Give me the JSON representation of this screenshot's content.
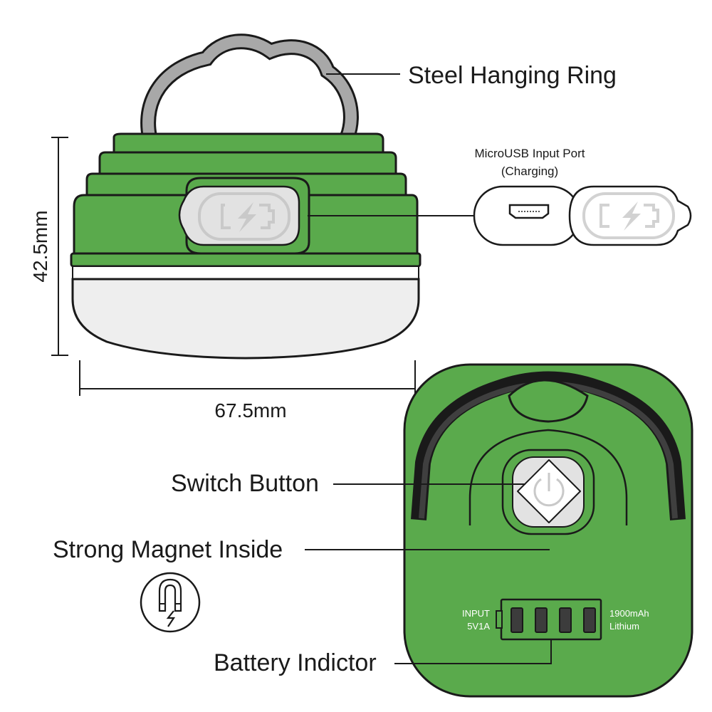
{
  "labels": {
    "hanging_ring": "Steel Hanging Ring",
    "usb_port_line1": "MicroUSB Input Port",
    "usb_port_line2": "(Charging)",
    "switch_button": "Switch Button",
    "magnet": "Strong Magnet Inside",
    "battery_indicator": "Battery Indictor"
  },
  "dimensions": {
    "height": "42.5mm",
    "width": "67.5mm"
  },
  "bottom_panel": {
    "input_line1": "INPUT",
    "input_line2": "5V1A",
    "capacity_line1": "1900mAh",
    "capacity_line2": "Lithium",
    "indicator_bars": 4
  },
  "colors": {
    "body_green": "#5aaa4c",
    "body_outline": "#1a1a1a",
    "diffuser": "#eeeeee",
    "ring_gray": "#a8a8a8",
    "panel_gray": "#e2e2e2"
  },
  "icons": {
    "charge": "battery-charging-icon",
    "usb": "micro-usb-icon",
    "power": "power-icon",
    "magnet": "magnet-icon"
  }
}
